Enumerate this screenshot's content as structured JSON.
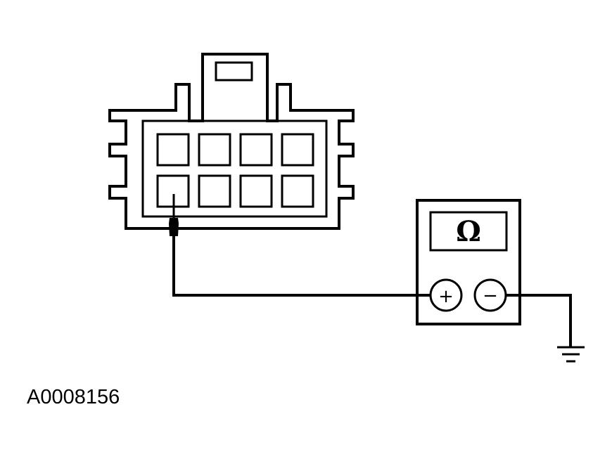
{
  "diagram": {
    "meter": {
      "display_symbol": "Ω",
      "positive_terminal": "+",
      "negative_terminal": "−"
    },
    "connector": {
      "cavity_rows": 2,
      "cavity_columns": 4,
      "probed_cavity": 5
    },
    "figure_id": "A0008156"
  },
  "colors": {
    "line": "#000000",
    "background": "#ffffff"
  },
  "icons": [
    "ground-icon",
    "probe-icon"
  ]
}
